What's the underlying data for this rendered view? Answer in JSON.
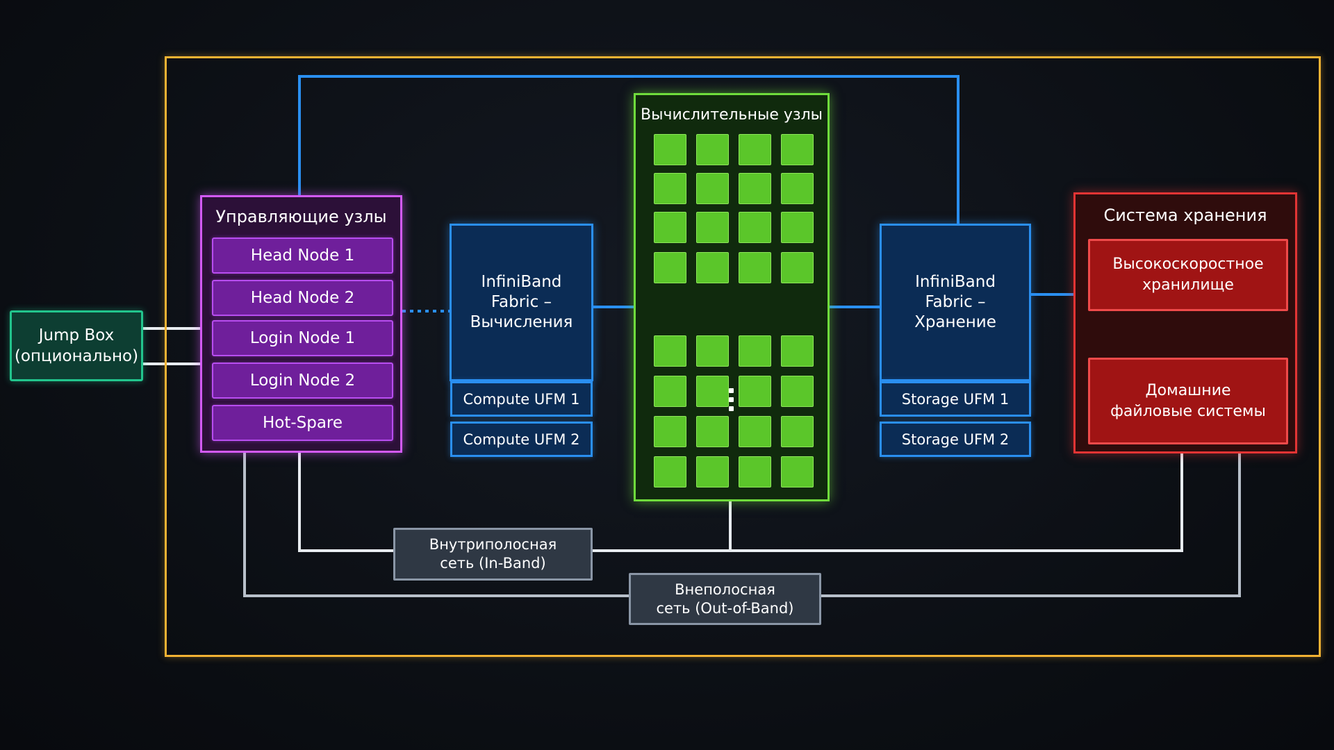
{
  "jump_box": {
    "label_line1": "Jump Box",
    "label_line2": "(опционально)"
  },
  "management": {
    "title": "Управляющие узлы",
    "nodes": [
      "Head Node 1",
      "Head Node 2",
      "Login Node 1",
      "Login Node 2",
      "Hot-Spare"
    ]
  },
  "ib_compute": {
    "line1": "InfiniBand",
    "line2": "Fabric –",
    "line3": "Вычисления",
    "ufm1": "Compute UFM 1",
    "ufm2": "Compute UFM 2"
  },
  "compute": {
    "title": "Вычислительные узлы"
  },
  "ib_storage": {
    "line1": "InfiniBand",
    "line2": "Fabric –",
    "line3": "Хранение",
    "ufm1": "Storage UFM 1",
    "ufm2": "Storage UFM 2"
  },
  "storage": {
    "title": "Система хранения",
    "fast_line1": "Высокоскоростное",
    "fast_line2": "хранилище",
    "home_line1": "Домашние",
    "home_line2": "файловые системы"
  },
  "inband": {
    "line1": "Внутриполосная",
    "line2": "сеть (In-Band)"
  },
  "outband": {
    "line1": "Внеполосная",
    "line2": "сеть (Out-of-Band)"
  },
  "colors": {
    "frame": "#f2b233",
    "jump": "#22c58d",
    "management": "#d35af7",
    "infiniband": "#2a8ff0",
    "compute": "#6fdc3c",
    "storage": "#e23434",
    "network": "#8a96a6"
  }
}
